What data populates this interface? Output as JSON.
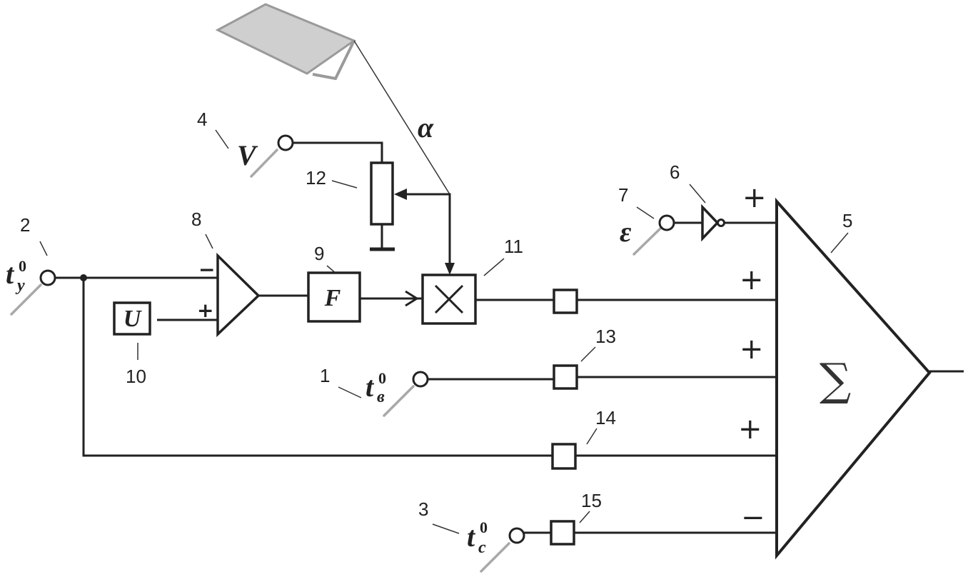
{
  "numbers": {
    "n1": "1",
    "n2": "2",
    "n3": "3",
    "n4": "4",
    "n5": "5",
    "n6": "6",
    "n7": "7",
    "n8": "8",
    "n9": "9",
    "n10": "10",
    "n11": "11",
    "n12": "12",
    "n13": "13",
    "n14": "14",
    "n15": "15"
  },
  "inputs": {
    "ty": {
      "base": "t",
      "sub": "y",
      "sup": "0"
    },
    "tv": {
      "base": "t",
      "sub": "в",
      "sup": "0"
    },
    "tc": {
      "base": "t",
      "sub": "c",
      "sup": "0"
    },
    "v": "V",
    "eps": "ε",
    "alpha": "α"
  },
  "blocks": {
    "function": "F",
    "setpoint": "U",
    "summator": "∑"
  },
  "signs": {
    "comp_minus": "−",
    "comp_plus": "+",
    "sum_in1": "+",
    "sum_in2": "+",
    "sum_in3": "+",
    "sum_in4": "+",
    "sum_in5": "−"
  }
}
